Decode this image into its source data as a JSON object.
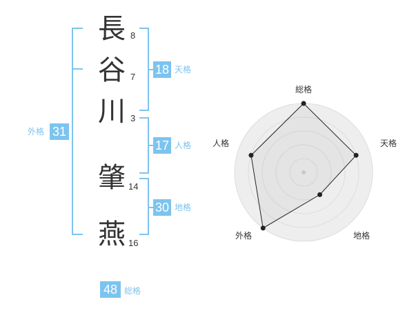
{
  "name_chars": [
    {
      "char": "長",
      "strokes": "8"
    },
    {
      "char": "谷",
      "strokes": "7"
    },
    {
      "char": "川",
      "strokes": "3"
    },
    {
      "char": "肇",
      "strokes": "14"
    },
    {
      "char": "燕",
      "strokes": "16"
    }
  ],
  "scores": {
    "tenkaku": {
      "value": "18",
      "label": "天格"
    },
    "jinkaku": {
      "value": "17",
      "label": "人格"
    },
    "chikaku": {
      "value": "30",
      "label": "地格"
    },
    "gaikaku": {
      "value": "31",
      "label": "外格"
    },
    "soukaku": {
      "value": "48",
      "label": "総格"
    }
  },
  "colors": {
    "accent": "#7cc4ef",
    "text": "#333333",
    "grid": "#dddddd",
    "fill": "#eeeeee"
  },
  "chart_data": {
    "type": "radar",
    "axes": [
      "総格",
      "天格",
      "地格",
      "外格",
      "人格"
    ],
    "levels": [
      5,
      4,
      2,
      5,
      4
    ],
    "max": 5
  }
}
